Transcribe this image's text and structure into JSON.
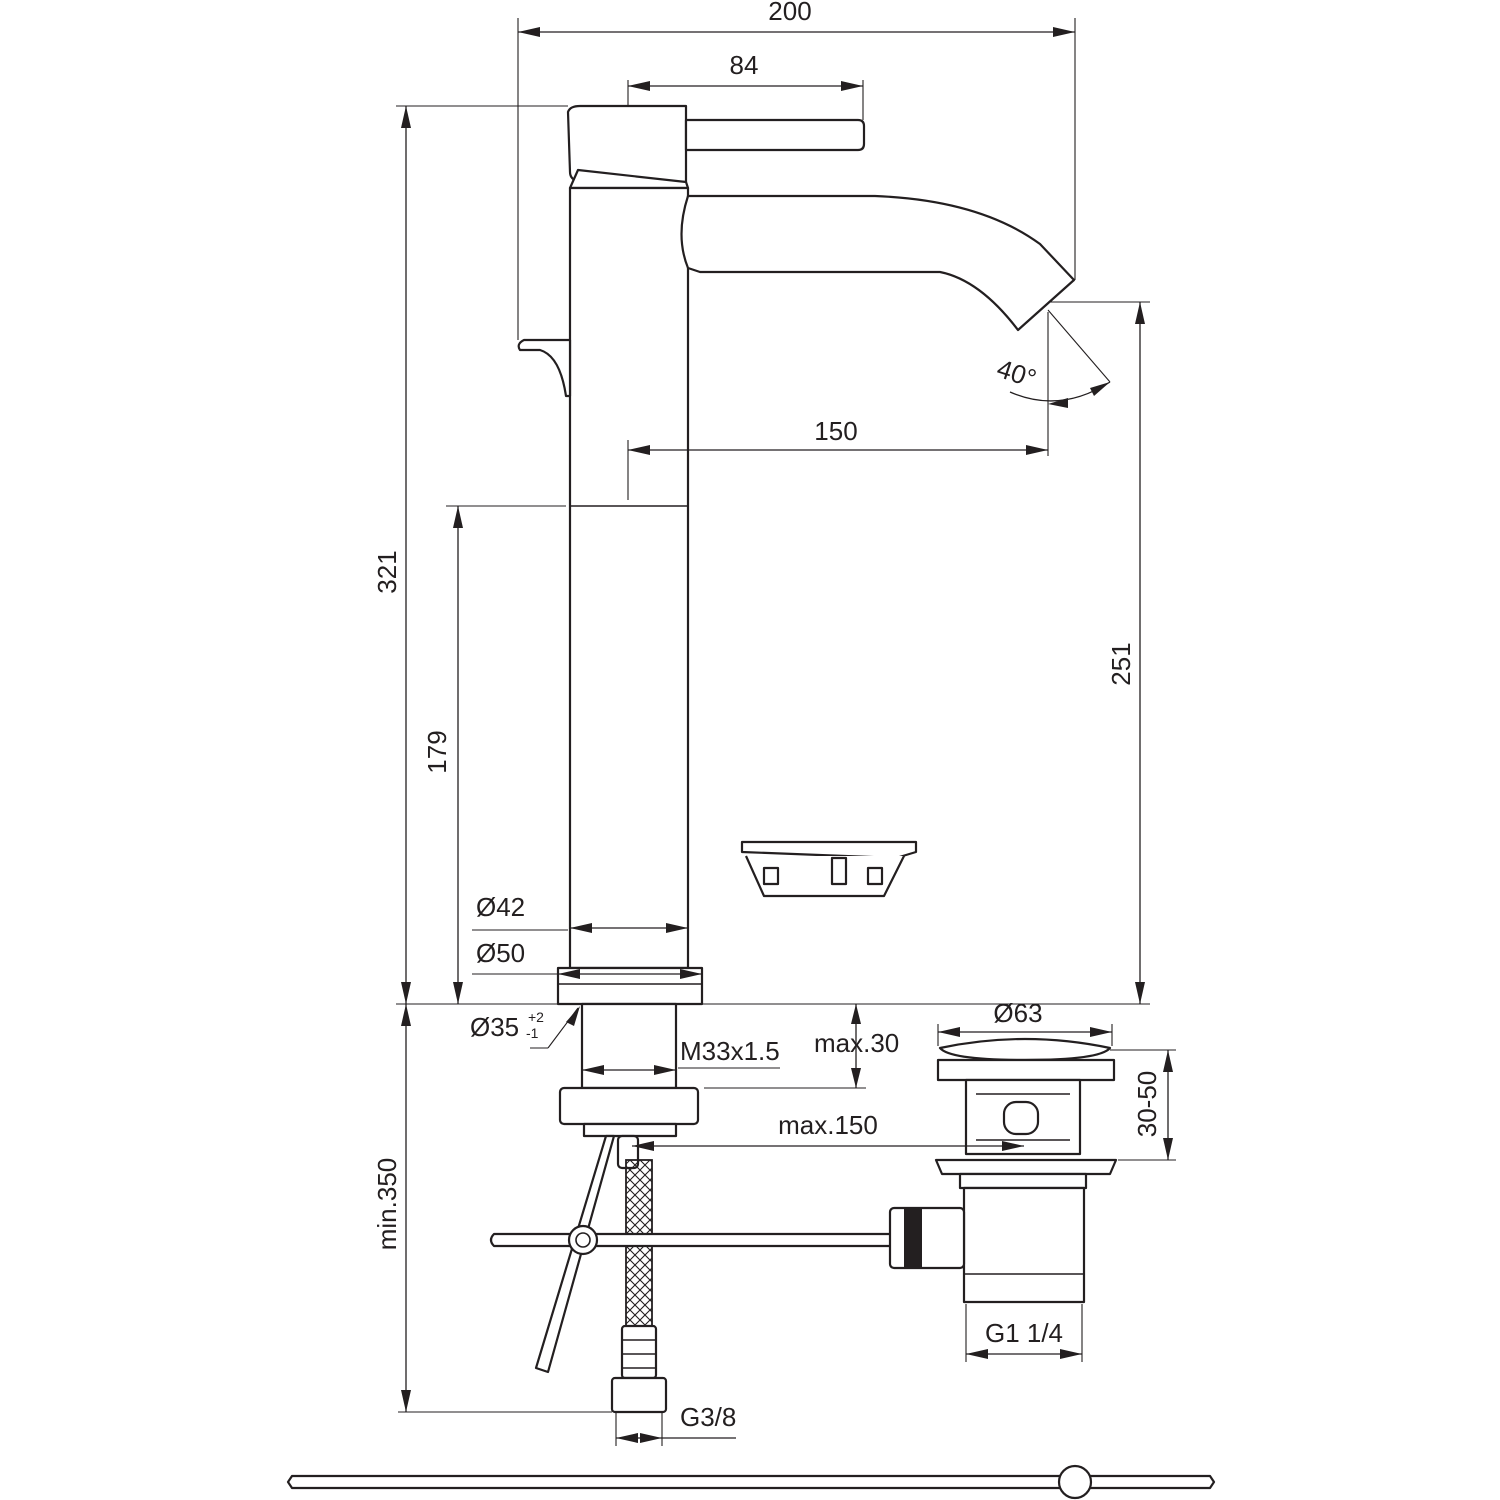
{
  "drawing": {
    "dimensions": {
      "total_width": "200",
      "lever_reach": "84",
      "total_height": "321",
      "spout_reach": "150",
      "spout_height": "251",
      "body_height": "179",
      "body_diameter": "Ø42",
      "base_diameter": "Ø50",
      "hole_diameter": "Ø35",
      "hole_tolerance_plus": "+2",
      "hole_tolerance_minus": "-1",
      "thread": "M33x1.5",
      "max_deck_thickness": "max.30",
      "pop_up_rod_max": "max.150",
      "below_deck_min": "min.350",
      "spout_angle": "40°",
      "waste_flange_diameter": "Ø63",
      "waste_clamp_range": "30-50",
      "waste_thread": "G1 1/4",
      "supply_thread": "G3/8"
    },
    "colors": {
      "line": "#231f20",
      "background": "#ffffff"
    }
  }
}
